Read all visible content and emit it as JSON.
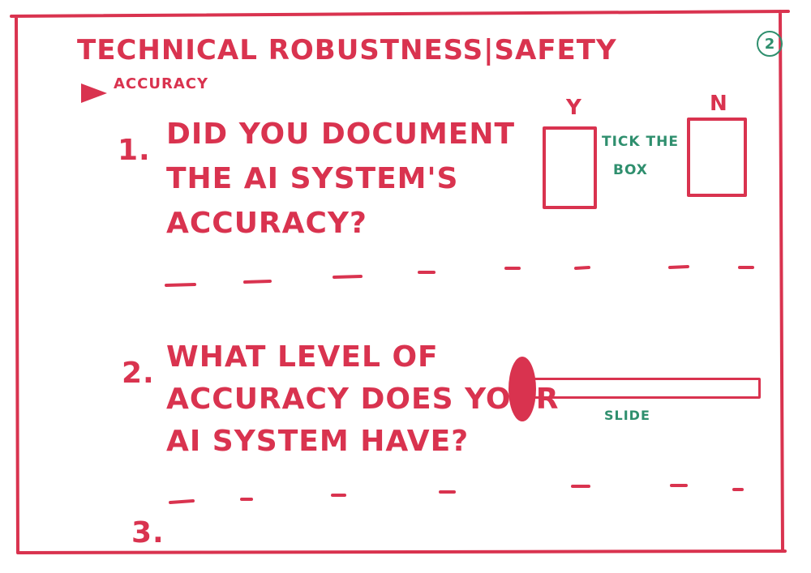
{
  "header": {
    "title": "TECHNICAL ROBUSTNESS|SAFETY",
    "subtitle": "ACCURACY",
    "page_number": "2"
  },
  "question1": {
    "number": "1.",
    "line1": "DID YOU DOCUMENT",
    "line2": "THE AI SYSTEM'S",
    "line3": "ACCURACY?",
    "yes_label": "Y",
    "no_label": "N",
    "hint_line1": "TICK THE",
    "hint_line2": "BOX"
  },
  "question2": {
    "number": "2.",
    "line1": "WHAT LEVEL OF",
    "line2": "ACCURACY DOES YOUR",
    "line3": "AI SYSTEM HAVE?",
    "slider_hint": "SLIDE",
    "slider_value": 0
  },
  "question3": {
    "number": "3."
  },
  "colors": {
    "ink_red": "#d9334f",
    "ink_green": "#2f8f6e"
  }
}
